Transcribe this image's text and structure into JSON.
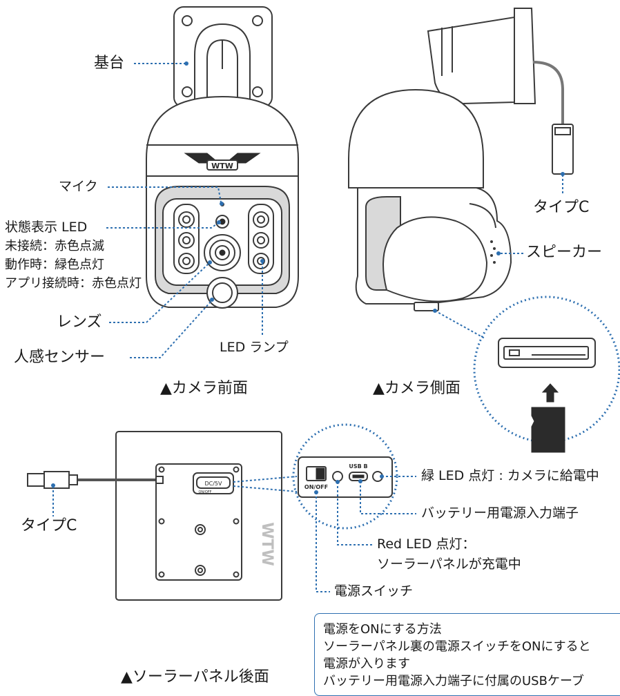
{
  "labels": {
    "base": "基台",
    "mic": "マイク",
    "status_led": "状態表示 LED",
    "status_disconnected": "未接続：赤色点滅",
    "status_operating": "動作時：緑色点灯",
    "status_app": "アプリ接続時：赤色点灯",
    "lens": "レンズ",
    "pir_sensor": "人感センサー",
    "led_lamp": "LED ランプ",
    "type_c_camera": "タイプC",
    "speaker": "スピーカー",
    "green_led": "緑 LED 点灯 : カメラに給電中",
    "battery_port": "バッテリー用電源入力端子",
    "red_led_line1": "Red LED 点灯：",
    "red_led_line2": "ソーラーパネルが充電中",
    "power_switch": "電源スイッチ",
    "type_c_panel": "タイプC"
  },
  "captions": {
    "camera_front": "▲カメラ前面",
    "camera_side": "▲カメラ側面",
    "panel_back": "▲ソーラーパネル後面"
  },
  "device_text": {
    "logo": "WTW",
    "panel_logo": "WTW",
    "dc_port": "DC/5V",
    "dc_onoff": "ON/OFF",
    "usb_b": "USB B",
    "switch_onoff": "ON/OFF"
  },
  "info_box": {
    "title": "電源をONにする方法",
    "line1": "ソーラーパネル裏の電源スイッチをONにすると",
    "line2": "電源が入ります",
    "line3": "バッテリー用電源入力端子に付属のUSBケーブ"
  },
  "colors": {
    "leader": "#2d6fb0",
    "outline": "#3a3a3a",
    "body_fill": "#ffffff",
    "dark_fill": "#2b2b2b"
  }
}
